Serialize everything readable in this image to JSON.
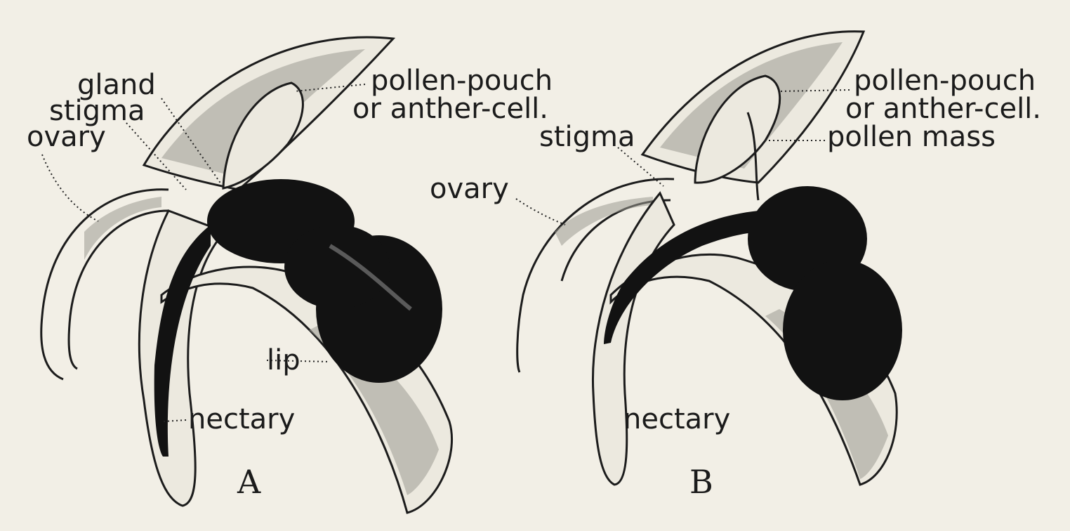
{
  "figure": {
    "panels": [
      {
        "id": "A",
        "letter": "A",
        "labels": {
          "gland": "gland",
          "stigma": "stigma",
          "ovary": "ovary",
          "pollen_pouch_line1": "pollen-pouch",
          "pollen_pouch_line2": "or anther-cell.",
          "lip": "lip",
          "nectary": "nectary"
        }
      },
      {
        "id": "B",
        "letter": "B",
        "labels": {
          "pollen_pouch_line1": "pollen-pouch",
          "pollen_pouch_line2": "or anther-cell.",
          "stigma": "stigma",
          "pollen_mass": "pollen mass",
          "ovary": "ovary",
          "nectary": "nectary"
        }
      }
    ]
  }
}
